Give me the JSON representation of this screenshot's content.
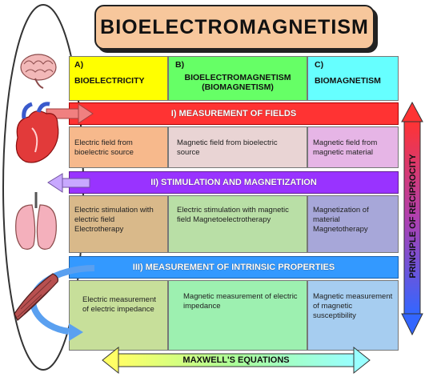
{
  "title": "BIOELECTROMAGNETISM",
  "columns": [
    {
      "letter": "A)",
      "label": "BIOELECTRICITY",
      "color": "#ffff00"
    },
    {
      "letter": "B)",
      "label": "BIOELECTROMAGNETISM (BIOMAGNETISM)",
      "color": "#66ff66"
    },
    {
      "letter": "C)",
      "label": "BIOMAGNETISM",
      "color": "#66ffff"
    }
  ],
  "rows": [
    {
      "label": "I) MEASUREMENT OF FIELDS",
      "color": "#ff3333",
      "cells": [
        "Electric field from bioelectric source",
        "Magnetic field from bioelectric source",
        "Magnetic field from magnetic material"
      ]
    },
    {
      "label": "II) STIMULATION AND MAGNETIZATION",
      "color": "#9933ff",
      "cells": [
        "Electric stimulation with electric field Electrotherapy",
        "Electric stimulation with magnetic field Magnetoelectrotherapy",
        "Magnetization of material Magnetotherapy"
      ]
    },
    {
      "label": "III) MEASUREMENT OF INTRINSIC PROPERTIES",
      "color": "#3399ff",
      "cells": [
        "Electric measurement of electric impedance",
        "Magnetic measurement of electric impedance",
        "Magnetic measurement of magnetic susceptibility"
      ]
    }
  ],
  "side_label": "PRINCIPLE OF RECIPROCITY",
  "bottom_label": "MAXWELL'S EQUATIONS",
  "organ_icons": [
    "brain-icon",
    "heart-icon",
    "lungs-icon",
    "muscle-icon"
  ]
}
